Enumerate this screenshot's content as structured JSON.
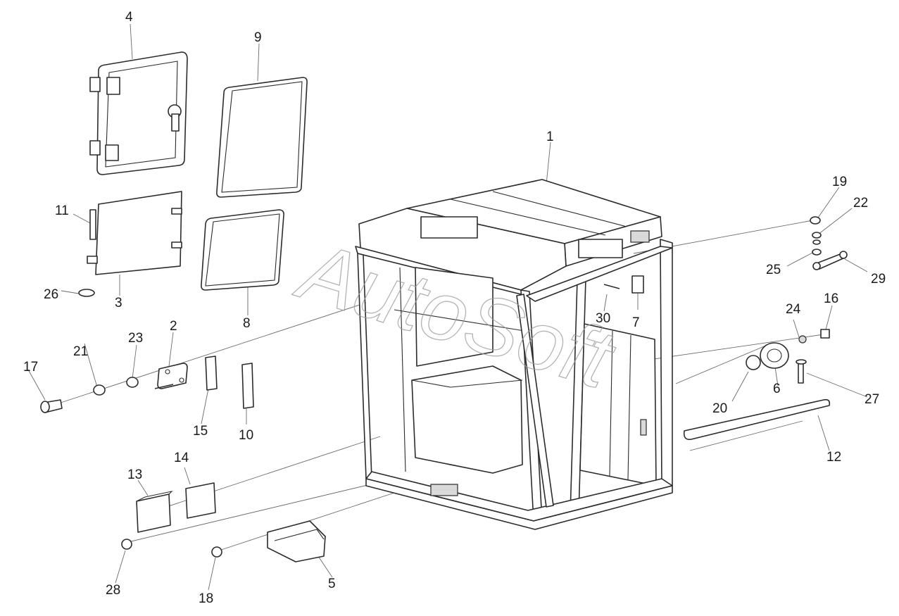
{
  "watermark": "AutoSoft",
  "callouts": [
    {
      "id": "1",
      "label": "1"
    },
    {
      "id": "2",
      "label": "2"
    },
    {
      "id": "3",
      "label": "3"
    },
    {
      "id": "4",
      "label": "4"
    },
    {
      "id": "5",
      "label": "5"
    },
    {
      "id": "6",
      "label": "6"
    },
    {
      "id": "7",
      "label": "7"
    },
    {
      "id": "8",
      "label": "8"
    },
    {
      "id": "9",
      "label": "9"
    },
    {
      "id": "10",
      "label": "10"
    },
    {
      "id": "11",
      "label": "11"
    },
    {
      "id": "12",
      "label": "12"
    },
    {
      "id": "13",
      "label": "13"
    },
    {
      "id": "14",
      "label": "14"
    },
    {
      "id": "15",
      "label": "15"
    },
    {
      "id": "16",
      "label": "16"
    },
    {
      "id": "17",
      "label": "17"
    },
    {
      "id": "18",
      "label": "18"
    },
    {
      "id": "19",
      "label": "19"
    },
    {
      "id": "20",
      "label": "20"
    },
    {
      "id": "21",
      "label": "21"
    },
    {
      "id": "22",
      "label": "22"
    },
    {
      "id": "23",
      "label": "23"
    },
    {
      "id": "24",
      "label": "24"
    },
    {
      "id": "25",
      "label": "25"
    },
    {
      "id": "26",
      "label": "26"
    },
    {
      "id": "27",
      "label": "27"
    },
    {
      "id": "28",
      "label": "28"
    },
    {
      "id": "29",
      "label": "29"
    },
    {
      "id": "30",
      "label": "30"
    }
  ]
}
